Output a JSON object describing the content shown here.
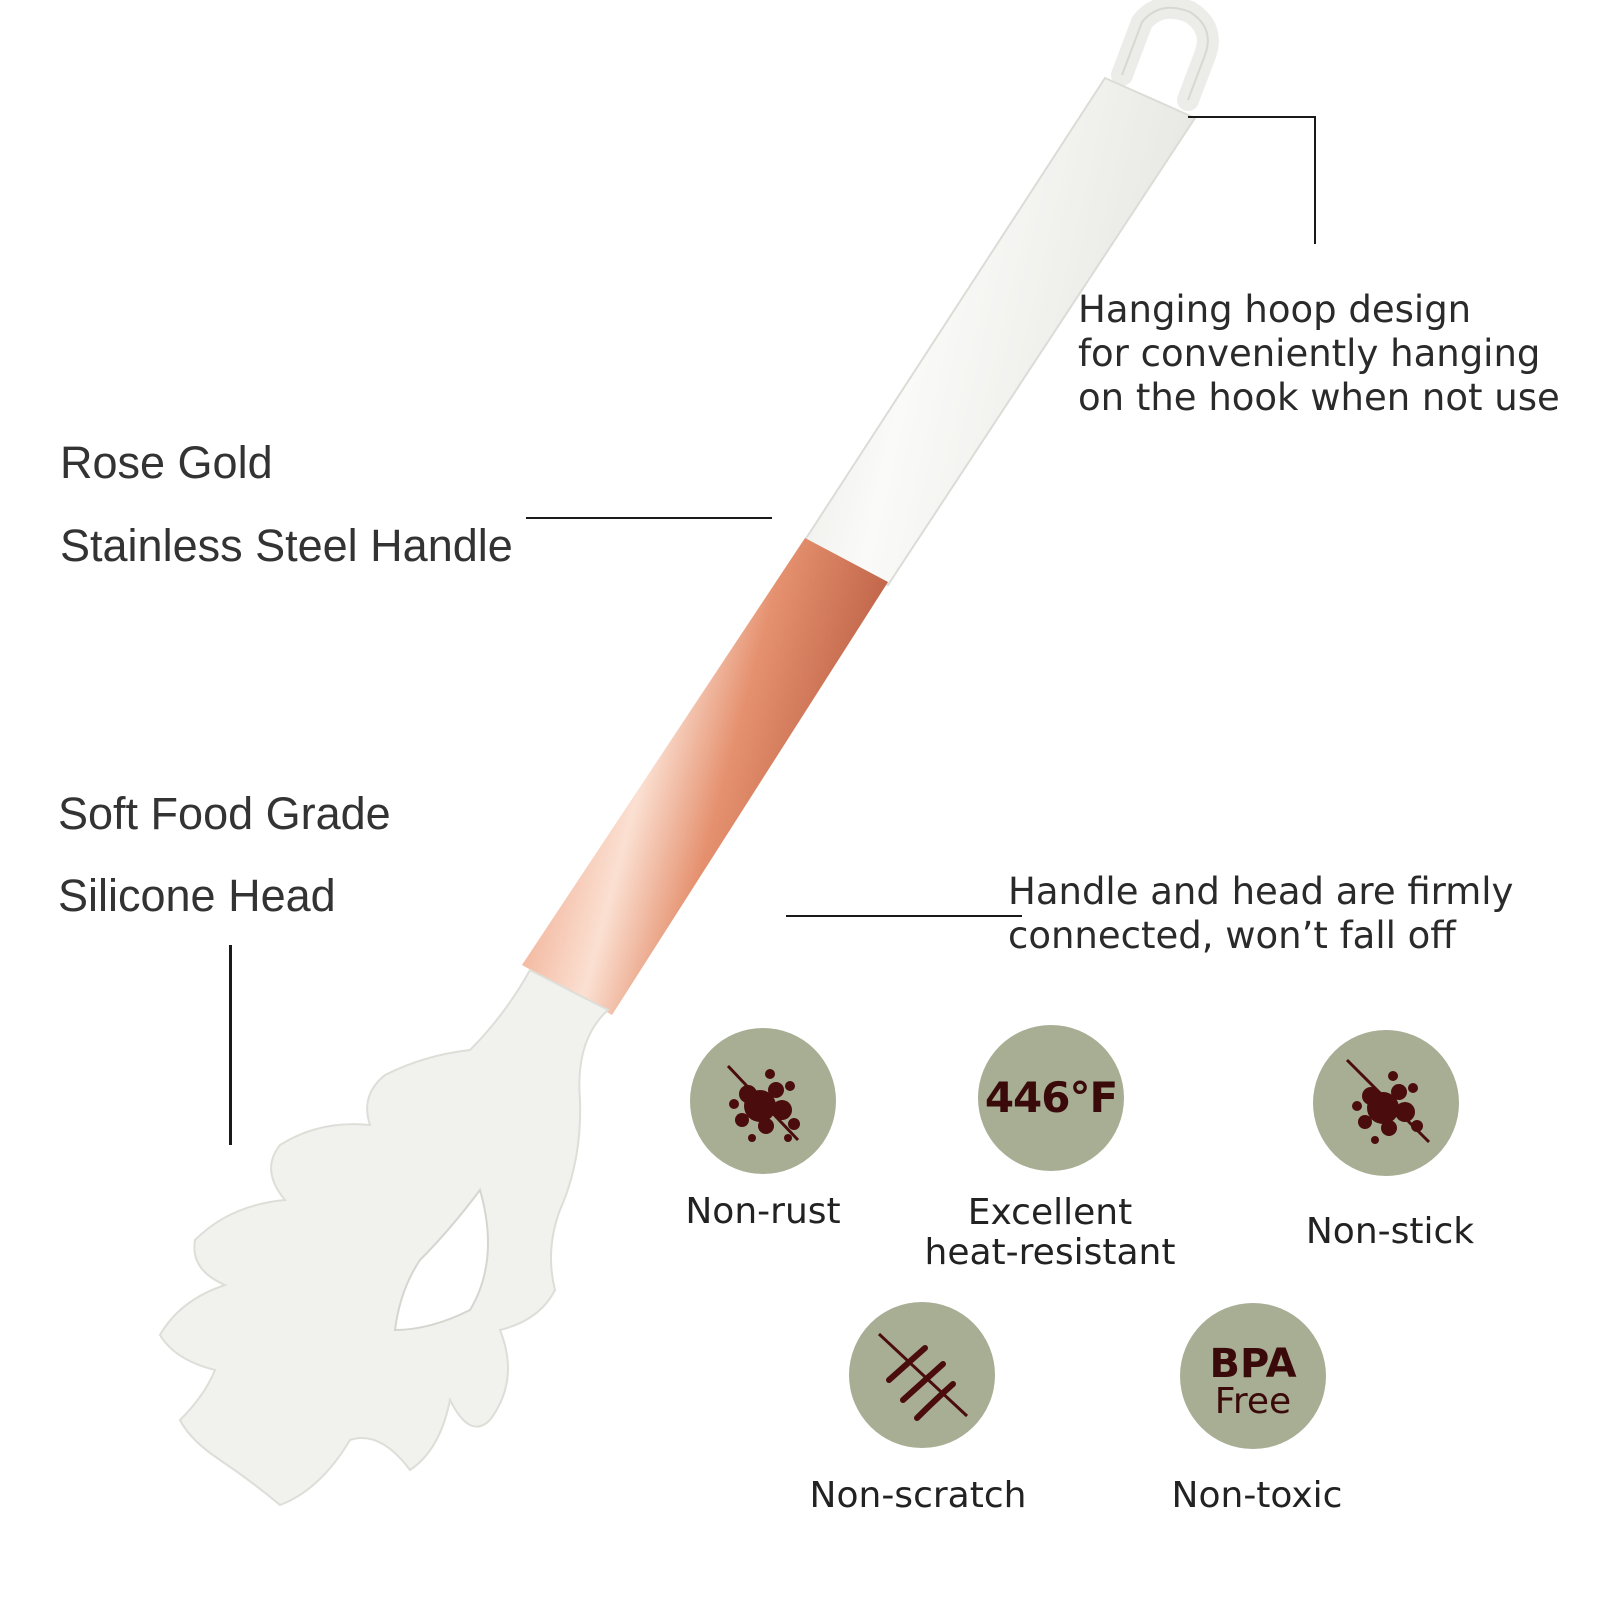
{
  "callouts": {
    "hoop": {
      "lines": [
        "Hanging hoop design",
        "for conveniently hanging",
        "on the hook when not use"
      ]
    },
    "handle": {
      "line1": "Rose Gold",
      "line2": "Stainless Steel Handle"
    },
    "head": {
      "line1": "Soft Food Grade",
      "line2": "Silicone Head"
    },
    "connection": {
      "lines": [
        "Handle and head are firmly",
        "connected, won’t fall off"
      ]
    }
  },
  "features": [
    {
      "icon": "rust-stain-icon",
      "label": "Non-rust"
    },
    {
      "icon": "temperature-badge",
      "badge_text": "446°F",
      "label_lines": [
        "Excellent",
        "heat-resistant"
      ]
    },
    {
      "icon": "stain-crossed-icon",
      "label": "Non-stick"
    },
    {
      "icon": "scratch-marks-icon",
      "label": "Non-scratch"
    },
    {
      "icon": "bpa-free-badge",
      "badge_line1": "BPA",
      "badge_line2": "Free",
      "label": "Non-toxic"
    }
  ],
  "colors": {
    "badge_bg": "#a7ae94",
    "badge_icon": "#4a0c0c",
    "handle_white": "#f4f4f1",
    "rose_gold": "#e08a6c",
    "head_white": "#f2f2ef"
  }
}
